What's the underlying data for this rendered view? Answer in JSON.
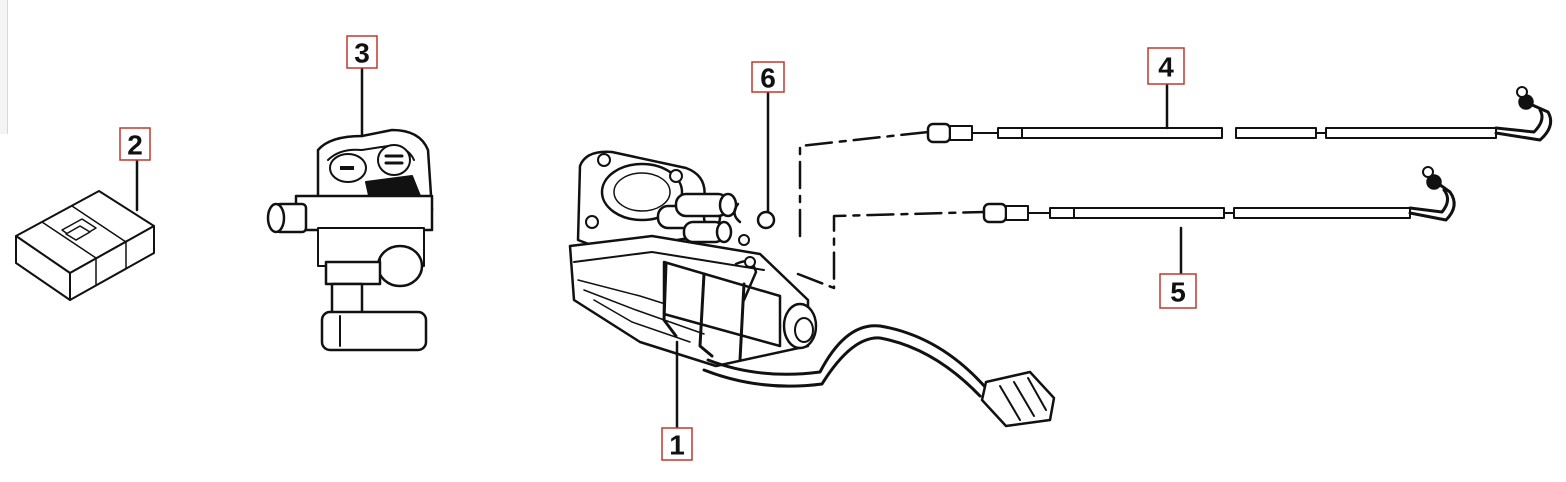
{
  "callouts": [
    {
      "id": "1",
      "label": "1"
    },
    {
      "id": "2",
      "label": "2"
    },
    {
      "id": "3",
      "label": "3"
    },
    {
      "id": "4",
      "label": "4"
    },
    {
      "id": "5",
      "label": "5"
    },
    {
      "id": "6",
      "label": "6"
    }
  ],
  "colors": {
    "callout_border": "#c0392b",
    "line_art": "#111111",
    "background": "#ffffff"
  }
}
